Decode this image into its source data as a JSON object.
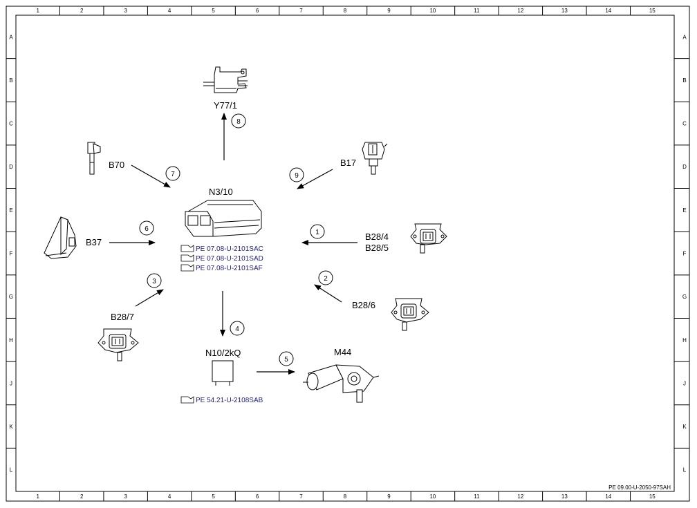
{
  "frame": {
    "columns": [
      "1",
      "2",
      "3",
      "4",
      "5",
      "6",
      "7",
      "8",
      "9",
      "10",
      "11",
      "12",
      "13",
      "14",
      "15"
    ],
    "rows": [
      "A",
      "B",
      "C",
      "D",
      "E",
      "F",
      "G",
      "H",
      "J",
      "K",
      "L"
    ]
  },
  "components": {
    "y77_1": "Y77/1",
    "b70": "B70",
    "b17": "B17",
    "n3_10": "N3/10",
    "b37": "B37",
    "b28_4": "B28/4",
    "b28_5": "B28/5",
    "b28_7": "B28/7",
    "b28_6": "B28/6",
    "n10_2kq": "N10/2kQ",
    "m44": "M44"
  },
  "callouts": [
    "1",
    "2",
    "3",
    "4",
    "5",
    "6",
    "7",
    "8",
    "9"
  ],
  "references": {
    "n3_10": [
      "PE 07.08-U-2101SAC",
      "PE 07.08-U-2101SAD",
      "PE 07.08-U-2101SAF"
    ],
    "n10_2kq": [
      "PE 54.21-U-2108SAB"
    ]
  },
  "footer": {
    "doc_id": "PE 09.00-U-2050-97SAH"
  },
  "colors": {
    "line": "#000000",
    "reference_link": "#1a1aa6"
  }
}
